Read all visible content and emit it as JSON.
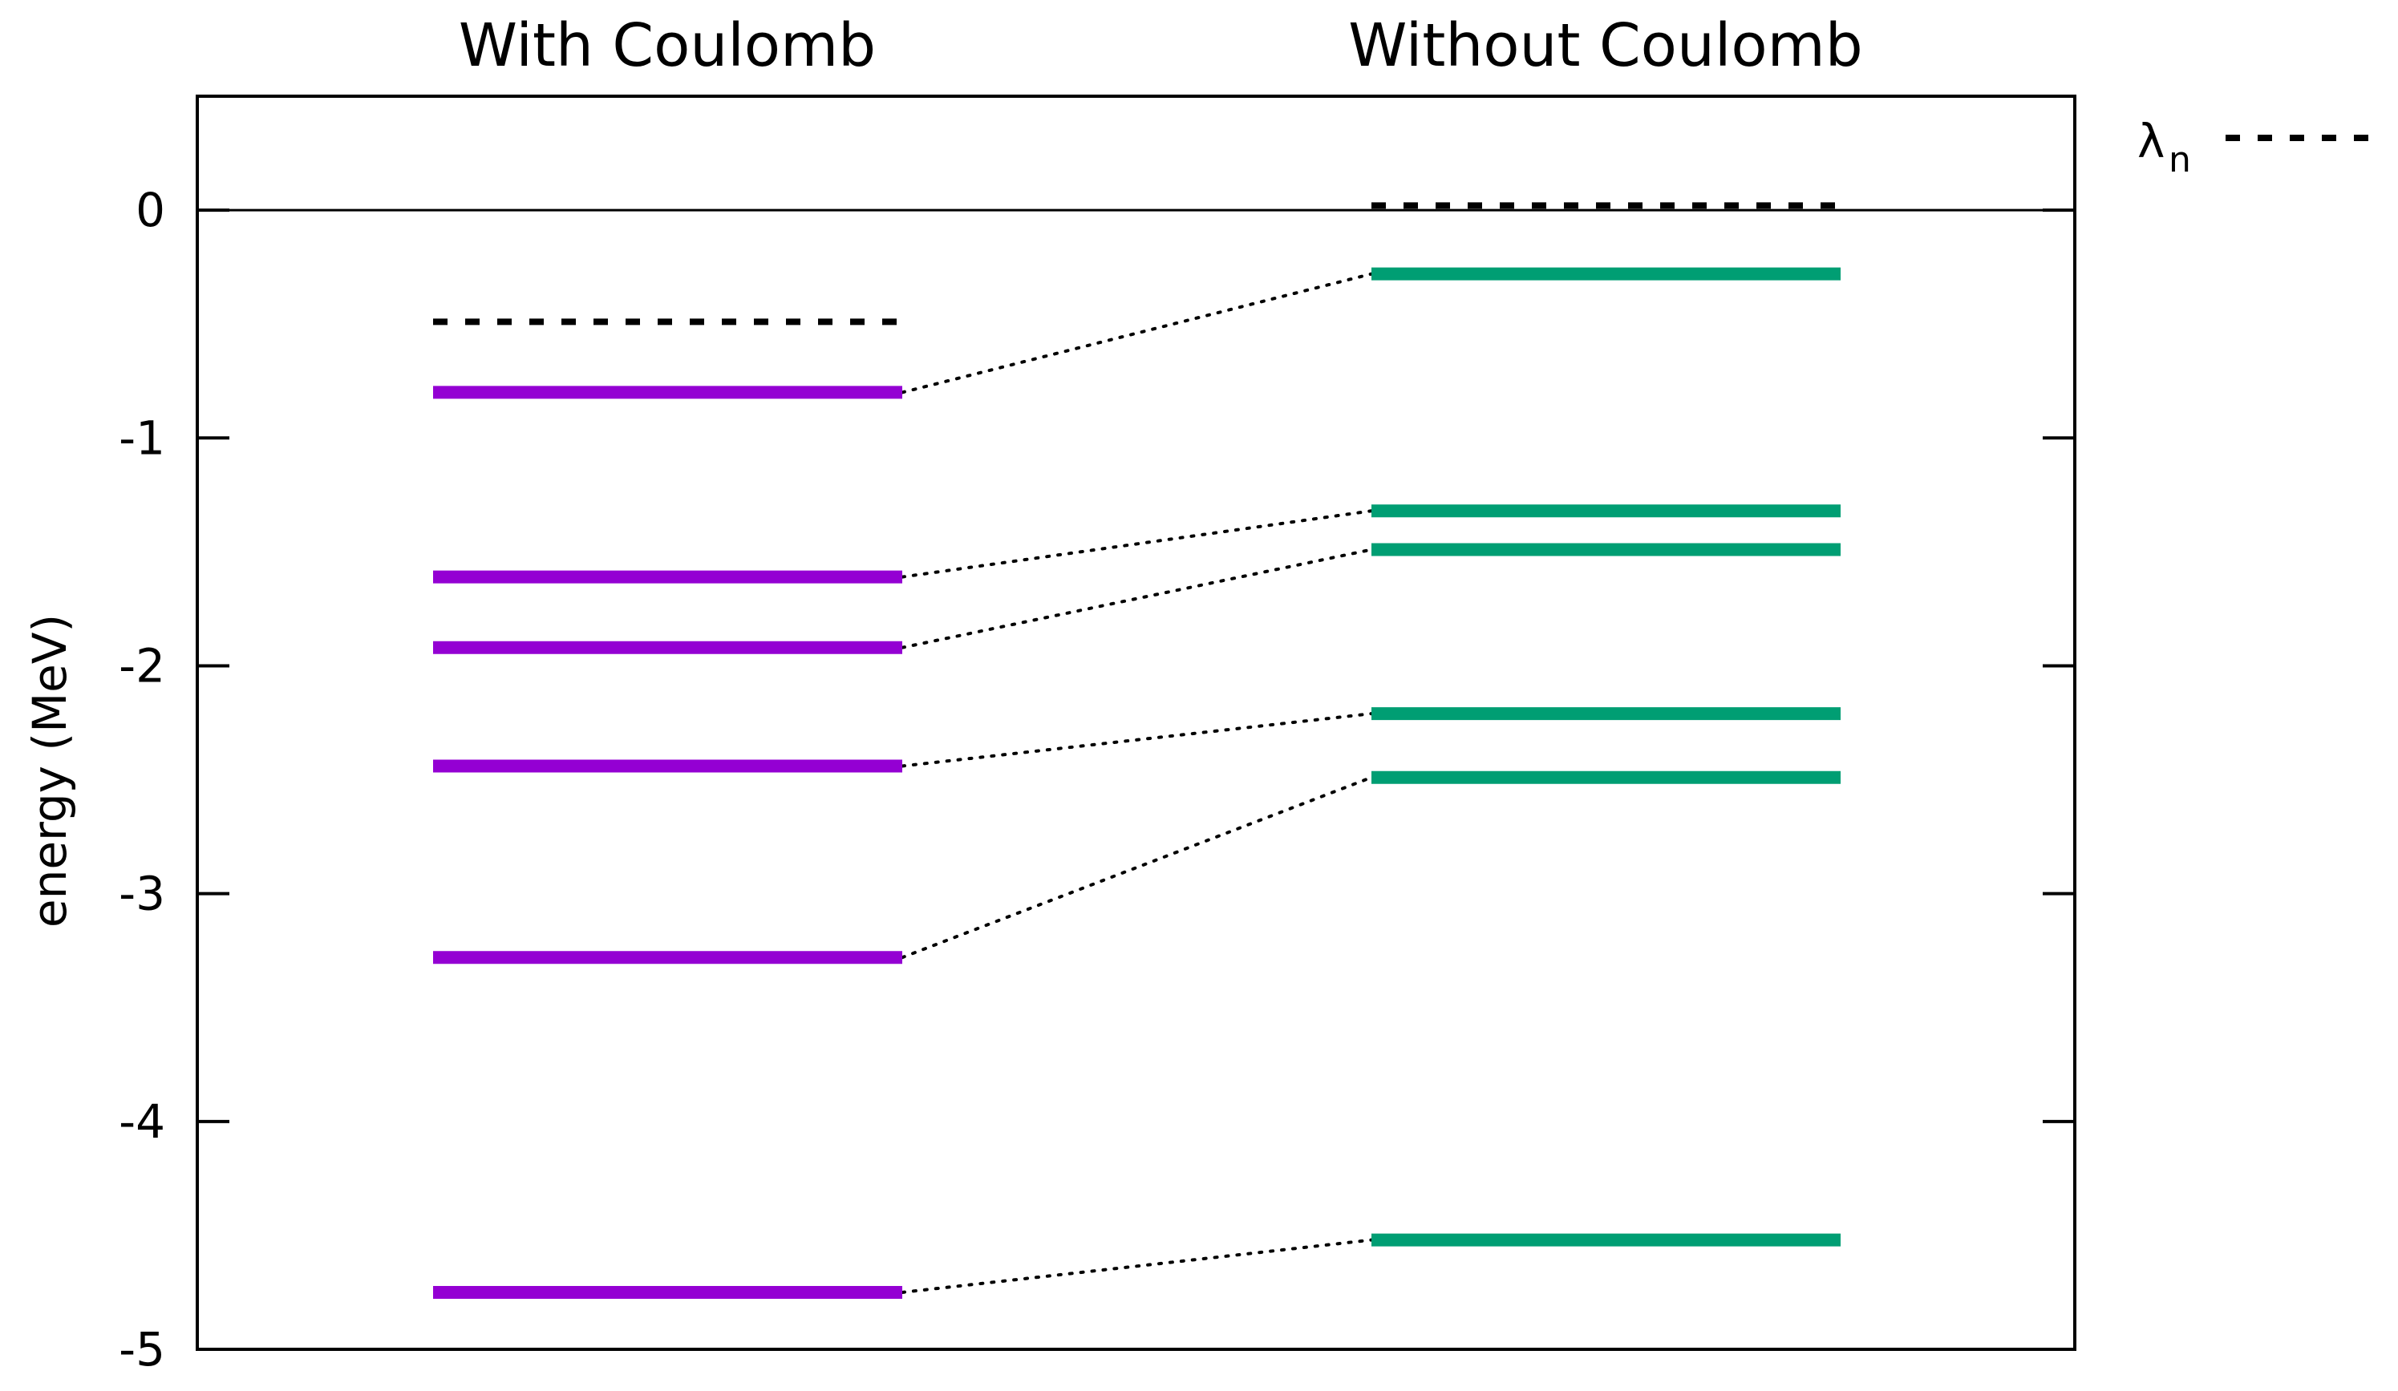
{
  "chart_data": {
    "type": "line",
    "ylabel": "energy (MeV)",
    "ylim": [
      -5,
      0.5
    ],
    "yticks": [
      0,
      -1,
      -2,
      -3,
      -4,
      -5
    ],
    "ytick_labels": [
      "0",
      "-1",
      "-2",
      "-3",
      "-4",
      "-5"
    ],
    "zero_line": true,
    "grid": false,
    "legend": {
      "placement": "top-right-outside",
      "entries": [
        {
          "label": "λ",
          "subscript": "n",
          "style": "dashed",
          "color": "#000000"
        }
      ]
    },
    "columns": [
      {
        "title": "With Coulomb",
        "color": "#9400d3",
        "levels": [
          -0.8,
          -1.61,
          -1.92,
          -2.44,
          -3.28,
          -4.75
        ],
        "fermi_level": -0.49
      },
      {
        "title": "Without Coulomb",
        "color": "#009e73",
        "levels": [
          -0.28,
          -1.32,
          -1.49,
          -2.21,
          -2.49,
          -4.52
        ],
        "fermi_level": 0.02
      }
    ],
    "connections": [
      [
        0,
        0
      ],
      [
        1,
        1
      ],
      [
        2,
        2
      ],
      [
        3,
        3
      ],
      [
        4,
        4
      ],
      [
        5,
        5
      ]
    ]
  }
}
